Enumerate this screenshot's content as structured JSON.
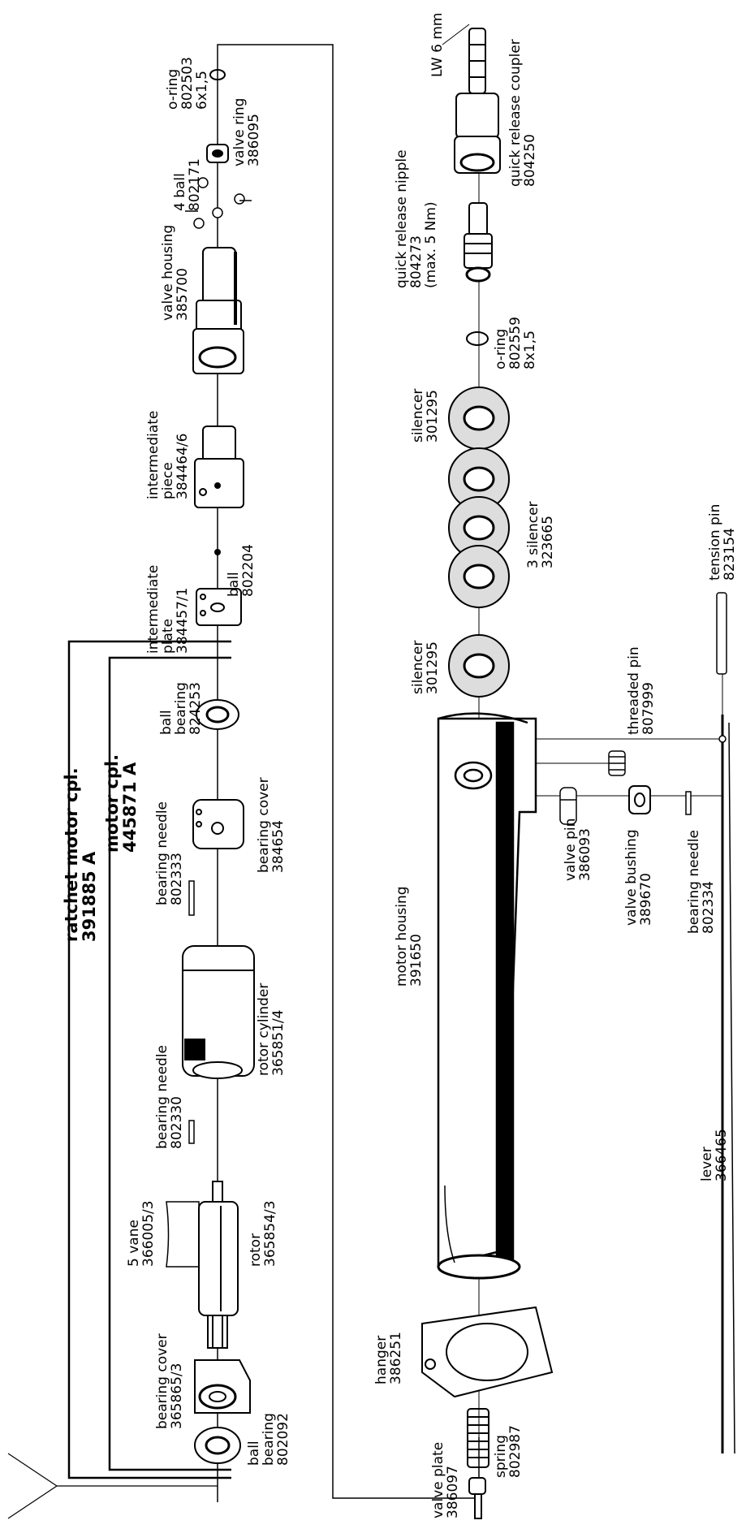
{
  "parts": {
    "o_ring_top": {
      "name": "o-ring",
      "number": "802503",
      "size": "6x1,5"
    },
    "valve_ring": {
      "name": "valve ring",
      "number": "386095"
    },
    "ball_4": {
      "name": "4 ball",
      "number": "802171"
    },
    "valve_housing": {
      "name": "valve housing",
      "number": "385700"
    },
    "intermediate_piece": {
      "name": "intermediate",
      "name2": "piece",
      "number": "384464/6"
    },
    "ball_1": {
      "name": "ball",
      "number": "802204"
    },
    "intermediate_plate": {
      "name": "intermediate",
      "name2": "plate",
      "number": "384457/1"
    },
    "ball_bearing_top": {
      "name": "ball",
      "name2": "bearing",
      "number": "824253"
    },
    "bearing_cover_top": {
      "name": "bearing cover",
      "number": "384654"
    },
    "bearing_needle_a": {
      "name": "bearing needle",
      "number": "802333"
    },
    "rotor_cylinder": {
      "name": "rotor cylinder",
      "number": "365851/4"
    },
    "bearing_needle_b": {
      "name": "bearing needle",
      "number": "802330"
    },
    "vane": {
      "name": "5 vane",
      "number": "366005/3"
    },
    "rotor": {
      "name": "rotor",
      "number": "365854/3"
    },
    "bearing_cover_bot": {
      "name": "bearing cover",
      "number": "365865/3"
    },
    "ball_bearing_bot": {
      "name": "ball",
      "name2": "bearing",
      "number": "802092"
    },
    "lw": {
      "name": "LW 6 mm"
    },
    "quick_coupler": {
      "name": "quick release coupler",
      "number": "804250"
    },
    "quick_nipple": {
      "name": "quick release nipple",
      "number": "804273",
      "note": "(max. 5 Nm)"
    },
    "o_ring_mid": {
      "name": "o-ring",
      "number": "802559",
      "size": "8x1,5"
    },
    "silencer_top": {
      "name": "silencer",
      "number": "301295"
    },
    "silencer_3": {
      "name": "3 silencer",
      "number": "323665"
    },
    "silencer_bot": {
      "name": "silencer",
      "number": "301295"
    },
    "tension_pin": {
      "name": "tension pin",
      "number": "823154"
    },
    "threaded_pin": {
      "name": "threaded pin",
      "number": "807999"
    },
    "valve_pin": {
      "name": "valve pin",
      "number": "386093"
    },
    "valve_bushing": {
      "name": "valve bushing",
      "number": "389670"
    },
    "bearing_needle_c": {
      "name": "bearing needle",
      "number": "802334"
    },
    "motor_housing": {
      "name": "motor housing",
      "number": "391650"
    },
    "lever": {
      "name": "lever",
      "number": "366465"
    },
    "hanger": {
      "name": "hanger",
      "number": "386251"
    },
    "spring": {
      "name": "spring",
      "number": "802987"
    },
    "valve_plate": {
      "name": "valve plate",
      "number": "386097"
    }
  },
  "assemblies": {
    "ratchet_motor": {
      "name": "ratchet motor cpl.",
      "number": "391885 A"
    },
    "motor": {
      "name": "motor cpl.",
      "number": "445871 A"
    }
  }
}
